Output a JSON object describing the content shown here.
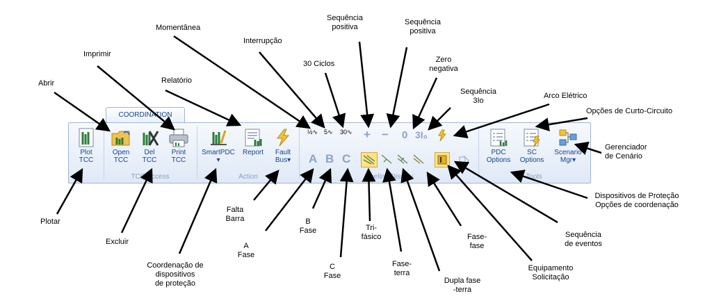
{
  "ribbon": {
    "tab_label": "COORDINATION",
    "groups": {
      "tcc_access": "TCC Access",
      "action": "Action",
      "oneline_display": "Oneline Display",
      "tools": "Tools"
    },
    "buttons": {
      "plot_tcc": "Plot\nTCC",
      "open_tcc": "Open\nTCC",
      "del_tcc": "Del\nTCC",
      "print_tcc": "Print\nTCC",
      "smartpdc": "SmartPDC",
      "report": "Report",
      "fault_bus": "Fault\nBus",
      "pdc_options": "PDC\nOptions",
      "sc_options": "SC\nOptions",
      "scenario_mgr": "Scenario\nMgr"
    },
    "fault_types": {
      "half_cycle": "½",
      "five_cycle": "5",
      "thirty_cycle": "30",
      "phase_a": "A",
      "phase_b": "B",
      "phase_c": "C",
      "positive": "+",
      "negative": "−",
      "zero": "0",
      "three_i0": "3I₀"
    }
  },
  "annotations": {
    "abrir": "Abrir",
    "imprimir": "Imprimir",
    "momentanea": "Momentânea",
    "relatorio": "Relatório",
    "interrupcao": "Interrupção",
    "trinta_ciclos": "30 Ciclos",
    "seq_positiva_1": "Sequência\npositiva",
    "seq_positiva_2": "Sequência\npositiva",
    "zero_negativa": "Zero\nnegativa",
    "seq_3io": "Sequência\n3Io",
    "arco_eletrico": "Arco Elétrico",
    "opcoes_curto": "Opções de Curto-Circuito",
    "gerenciador": "Gerenciador\nde Cenário",
    "dispositivos": "Dispositivos de Proteção\nOpções de coordenação",
    "sequencia_eventos": "Sequência\nde eventos",
    "equipamento": "Equipamento\nSolicitação",
    "fase_fase": "Fase-\nfase",
    "dupla_fase": "Dupla fase\n-terra",
    "fase_terra": "Fase-\nterra",
    "tri_fasico": "Tri-\nfásico",
    "c_fase": "C\nFase",
    "b_fase": "B\nFase",
    "a_fase": "A\nFase",
    "falta_barra": "Falta\nBarra",
    "coordenacao": "Coordenação de\ndispositivos\nde proteção",
    "excluir": "Excluir",
    "plotar": "Plotar"
  }
}
